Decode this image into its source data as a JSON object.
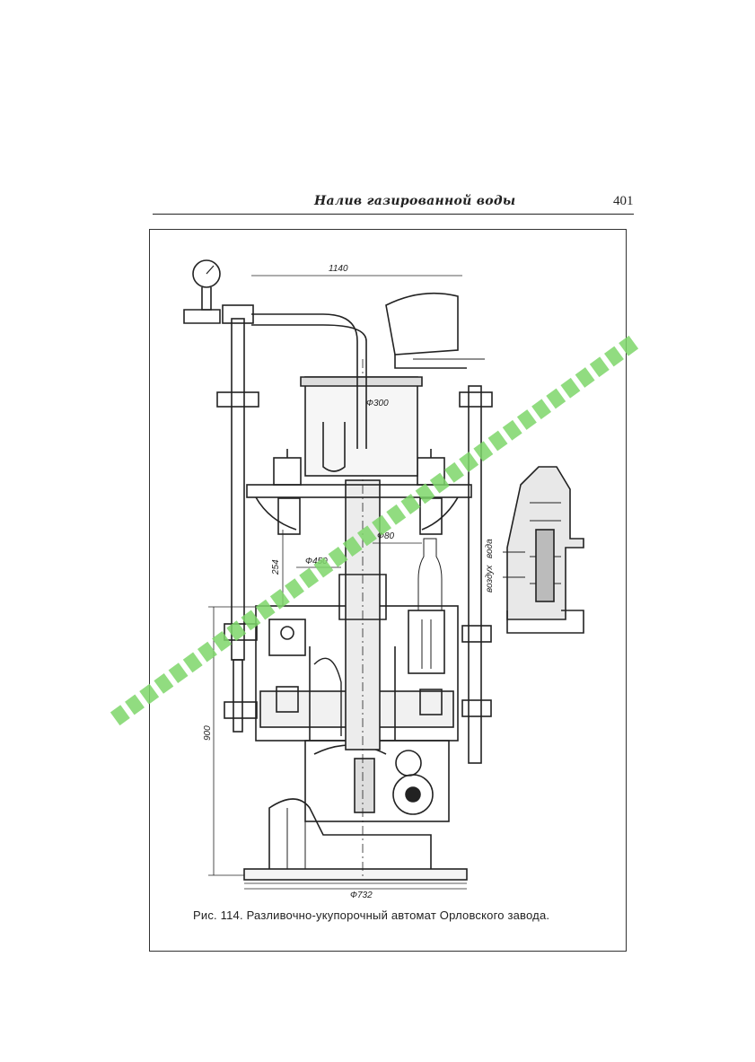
{
  "header": {
    "running_title": "Налив газированной воды",
    "page_number": "401"
  },
  "figure": {
    "caption": "Рис. 114. Разливочно-укупорочный автомат Орловского завода.",
    "dimension_labels": {
      "overall_width": "1140",
      "tank_diameter": "Ф300",
      "shaft_diameter": "Ф80",
      "carousel_diameter": "Ф450",
      "lift_height": "254",
      "height": "900",
      "base_diameter": "Ф732"
    },
    "inset_labels": {
      "water": "вода",
      "air": "воздух"
    }
  },
  "colors": {
    "ink": "#222222",
    "watermark": "#7ed66a"
  }
}
